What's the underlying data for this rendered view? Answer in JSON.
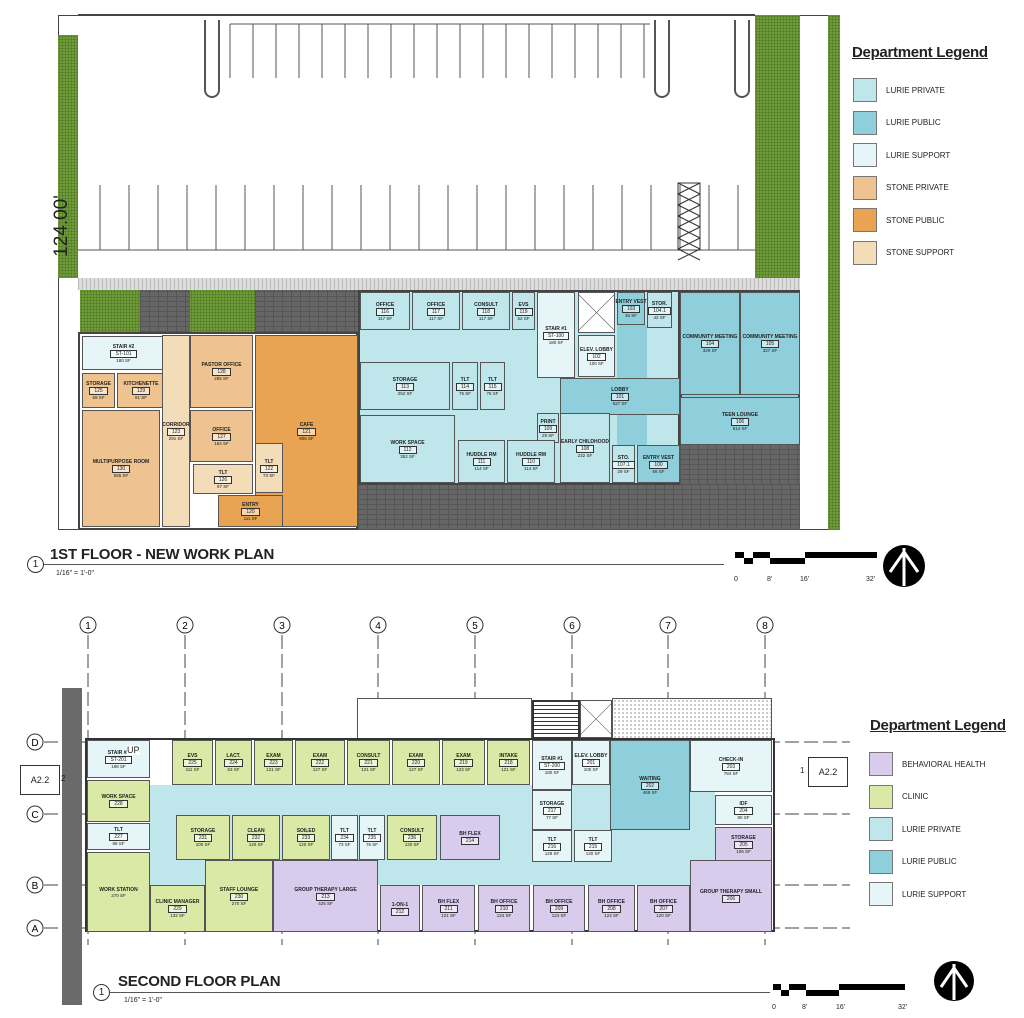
{
  "floor1": {
    "title": "1ST FLOOR - NEW WORK PLAN",
    "view_number": "1",
    "scale": "1/16\" = 1'-0\"",
    "dimension": "124.00'",
    "scale_bar_labels": [
      "0",
      "8'",
      "16'",
      "32'"
    ],
    "legend": {
      "title": "Department Legend",
      "items": [
        {
          "label": "LURIE PRIVATE",
          "color": "#bfe6ea"
        },
        {
          "label": "LURIE PUBLIC",
          "color": "#8fcfdc"
        },
        {
          "label": "LURIE SUPPORT",
          "color": "#e6f5f7"
        },
        {
          "label": "STONE PRIVATE",
          "color": "#eec38f"
        },
        {
          "label": "STONE PUBLIC",
          "color": "#e8a452"
        },
        {
          "label": "STONE SUPPORT",
          "color": "#f3dcb8"
        }
      ]
    },
    "rooms": [
      {
        "name": "STAIR #2",
        "number": "ST-101",
        "area": "180 SF",
        "dept": "ls"
      },
      {
        "name": "STORAGE",
        "number": "125",
        "area": "69 SF",
        "dept": "sp"
      },
      {
        "name": "KITCHENETTE",
        "number": "129",
        "area": "61 SF",
        "dept": "sp"
      },
      {
        "name": "MULTIPURPOSE ROOM",
        "number": "130",
        "area": "555 SF",
        "dept": "sp"
      },
      {
        "name": "CORRIDOR",
        "number": "123",
        "area": "291 SF",
        "dept": "ss"
      },
      {
        "name": "PASTOR OFFICE",
        "number": "128",
        "area": "285 SF",
        "dept": "sp"
      },
      {
        "name": "OFFICE",
        "number": "127",
        "area": "164 SF",
        "dept": "sp"
      },
      {
        "name": "CAFE",
        "number": "121",
        "area": "906 SF",
        "dept": "spub"
      },
      {
        "name": "TLT",
        "number": "126",
        "area": "97 SF",
        "dept": "ss"
      },
      {
        "name": "TLT",
        "number": "122",
        "area": "73 SF",
        "dept": "ss"
      },
      {
        "name": "ENTRY",
        "number": "120",
        "area": "111 SF",
        "dept": "spub"
      },
      {
        "name": "OFFICE",
        "number": "116",
        "area": "117 SF",
        "dept": "lp"
      },
      {
        "name": "OFFICE",
        "number": "117",
        "area": "117 SF",
        "dept": "lp"
      },
      {
        "name": "CONSULT",
        "number": "118",
        "area": "117 SF",
        "dept": "lp"
      },
      {
        "name": "EVS",
        "number": "119",
        "area": "52 SF",
        "dept": "lp"
      },
      {
        "name": "STAIR #1",
        "number": "ST-100",
        "area": "180 SF",
        "dept": "ls"
      },
      {
        "name": "ELEV. LOBBY",
        "number": "102",
        "area": "100 SF",
        "dept": "ls"
      },
      {
        "name": "ENTRY VEST",
        "number": "103",
        "area": "46 SF",
        "dept": "lpub"
      },
      {
        "name": "STOR.",
        "number": "104.1",
        "area": "42 SF",
        "dept": "lp"
      },
      {
        "name": "COMMUNITY MEETING",
        "number": "104",
        "area": "329 SF",
        "dept": "lpub"
      },
      {
        "name": "COMMUNITY MEETING",
        "number": "105",
        "area": "327 SF",
        "dept": "lpub"
      },
      {
        "name": "STORAGE",
        "number": "113",
        "area": "252 SF",
        "dept": "lp"
      },
      {
        "name": "TLT",
        "number": "114",
        "area": "76 SF",
        "dept": "lp"
      },
      {
        "name": "TLT",
        "number": "115",
        "area": "76 SF",
        "dept": "lp"
      },
      {
        "name": "LOBBY",
        "number": "101",
        "area": "527 SF",
        "dept": "lpub"
      },
      {
        "name": "TEEN LOUNGE",
        "number": "106",
        "area": "514 SF",
        "dept": "lpub"
      },
      {
        "name": "WORK SPACE",
        "number": "112",
        "area": "352 SF",
        "dept": "lp"
      },
      {
        "name": "PRINT",
        "number": "109",
        "area": "29 SF",
        "dept": "lp"
      },
      {
        "name": "HUDDLE RM",
        "number": "111",
        "area": "114 SF",
        "dept": "lp"
      },
      {
        "name": "HUDDLE RM",
        "number": "110",
        "area": "114 SF",
        "dept": "lp"
      },
      {
        "name": "EARLY CHILDHOOD",
        "number": "108",
        "area": "232 SF",
        "dept": "lp"
      },
      {
        "name": "STO.",
        "number": "107.1",
        "area": "29 SF",
        "dept": "lp"
      },
      {
        "name": "ENTRY VEST",
        "number": "100",
        "area": "66 SF",
        "dept": "lpub"
      }
    ]
  },
  "floor2": {
    "title": "SECOND FLOOR PLAN",
    "view_number": "1",
    "scale": "1/16\" = 1'-0\"",
    "scale_bar_labels": [
      "0",
      "8'",
      "16'",
      "32'"
    ],
    "grid_columns": [
      "1",
      "2",
      "3",
      "4",
      "5",
      "6",
      "7",
      "8"
    ],
    "grid_rows": [
      "D",
      "C",
      "B",
      "A"
    ],
    "section_left": {
      "sheet": "A2.2",
      "num": "2"
    },
    "section_right": {
      "sheet": "A2.2",
      "num": "1"
    },
    "stair_up": "UP",
    "legend": {
      "title": "Department Legend",
      "items": [
        {
          "label": "BEHAVIORAL HEALTH",
          "color": "#d8cbeb"
        },
        {
          "label": "CLINIC",
          "color": "#dbe9a6"
        },
        {
          "label": "LURIE PRIVATE",
          "color": "#bfe6ea"
        },
        {
          "label": "LURIE PUBLIC",
          "color": "#8fcfdc"
        },
        {
          "label": "LURIE SUPPORT",
          "color": "#e6f5f7"
        }
      ]
    },
    "rooms": [
      {
        "name": "STAIR #2",
        "number": "ST-201",
        "area": "188 SF",
        "dept": "ls"
      },
      {
        "name": "EVS",
        "number": "225",
        "area": "111 SF",
        "dept": "cl"
      },
      {
        "name": "LACT.",
        "number": "224",
        "area": "63 SF",
        "dept": "cl"
      },
      {
        "name": "EXAM",
        "number": "223",
        "area": "121 SF",
        "dept": "cl"
      },
      {
        "name": "EXAM",
        "number": "222",
        "area": "127 SF",
        "dept": "cl"
      },
      {
        "name": "CONSULT",
        "number": "221",
        "area": "121 SF",
        "dept": "cl"
      },
      {
        "name": "EXAM",
        "number": "220",
        "area": "127 SF",
        "dept": "cl"
      },
      {
        "name": "EXAM",
        "number": "219",
        "area": "123 SF",
        "dept": "cl"
      },
      {
        "name": "INTAKE",
        "number": "218",
        "area": "121 SF",
        "dept": "cl"
      },
      {
        "name": "STAIR #1",
        "number": "ST-200",
        "area": "180 SF",
        "dept": "ls"
      },
      {
        "name": "ELEV. LOBBY",
        "number": "201",
        "area": "100 SF",
        "dept": "ls"
      },
      {
        "name": "WAITING",
        "number": "202",
        "area": "469 SF",
        "dept": "lpub"
      },
      {
        "name": "CHECK-IN",
        "number": "203",
        "area": "784 SF",
        "dept": "ls"
      },
      {
        "name": "WORK SPACE",
        "number": "228",
        "area": "",
        "dept": "cl"
      },
      {
        "name": "TLT",
        "number": "227",
        "area": "88 SF",
        "dept": "ls"
      },
      {
        "name": "STORAGE",
        "number": "231",
        "area": "100 SF",
        "dept": "cl"
      },
      {
        "name": "CLEAN",
        "number": "232",
        "area": "120 SF",
        "dept": "cl"
      },
      {
        "name": "SOILED",
        "number": "233",
        "area": "120 SF",
        "dept": "cl"
      },
      {
        "name": "TLT",
        "number": "234",
        "area": "73 SF",
        "dept": "ls"
      },
      {
        "name": "TLT",
        "number": "235",
        "area": "76 SF",
        "dept": "ls"
      },
      {
        "name": "CONSULT",
        "number": "236",
        "area": "120 SF",
        "dept": "cl"
      },
      {
        "name": "BH FLEX",
        "number": "214",
        "area": "",
        "dept": "bh"
      },
      {
        "name": "STORAGE",
        "number": "217",
        "area": "77 SF",
        "dept": "ls"
      },
      {
        "name": "TLT",
        "number": "216",
        "area": "129 SF",
        "dept": "ls"
      },
      {
        "name": "TLT",
        "number": "215",
        "area": "130 SF",
        "dept": "ls"
      },
      {
        "name": "IDF",
        "number": "204",
        "area": "90 SF",
        "dept": "ls"
      },
      {
        "name": "STORAGE",
        "number": "205",
        "area": "106 SF",
        "dept": "bh"
      },
      {
        "name": "WORK STATION",
        "number": "",
        "area": "270 SF",
        "dept": "cl"
      },
      {
        "name": "CLINIC MANAGER",
        "number": "229",
        "area": "132 SF",
        "dept": "cl"
      },
      {
        "name": "STAFF LOUNGE",
        "number": "230",
        "area": "270 SF",
        "dept": "cl"
      },
      {
        "name": "GROUP THERAPY LARGE",
        "number": "213",
        "area": "425 SF",
        "dept": "bh"
      },
      {
        "name": "1-ON-1",
        "number": "212",
        "area": "",
        "dept": "bh"
      },
      {
        "name": "BH FLEX",
        "number": "211",
        "area": "121 SF",
        "dept": "bh"
      },
      {
        "name": "BH OFFICE",
        "number": "210",
        "area": "124 SF",
        "dept": "bh"
      },
      {
        "name": "BH OFFICE",
        "number": "209",
        "area": "124 SF",
        "dept": "bh"
      },
      {
        "name": "BH OFFICE",
        "number": "208",
        "area": "124 SF",
        "dept": "bh"
      },
      {
        "name": "BH OFFICE",
        "number": "207",
        "area": "120 SF",
        "dept": "bh"
      },
      {
        "name": "GROUP THERAPY SMALL",
        "number": "206",
        "area": "",
        "dept": "bh"
      }
    ]
  }
}
